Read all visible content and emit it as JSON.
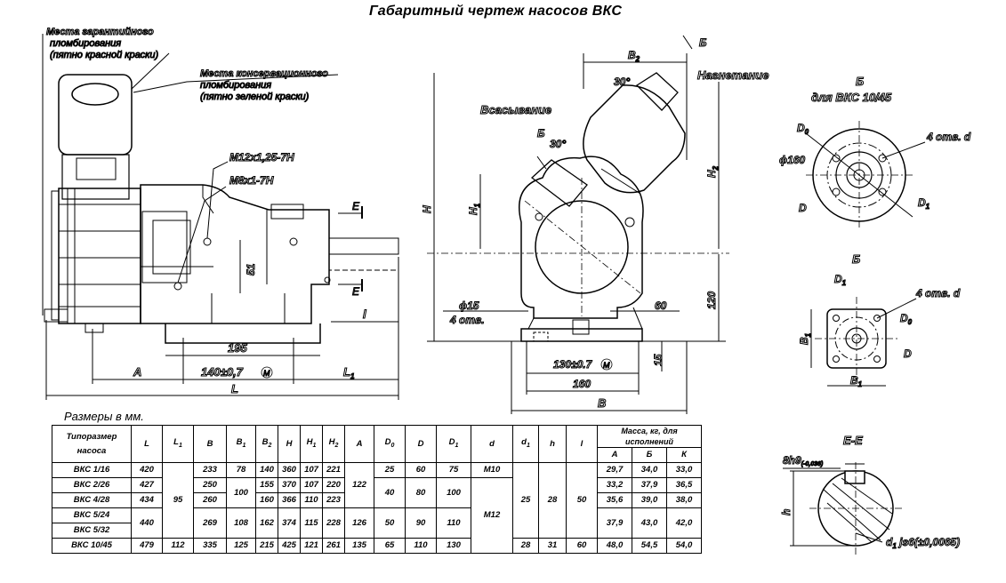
{
  "title": "Габаритный чертеж насосов  ВКС",
  "subtitle": "Размеры в мм.",
  "labels": {
    "seal_warranty_1": "Места гарантийного",
    "seal_warranty_2": "пломбирования",
    "seal_warranty_3": "(пятно красной краски)",
    "seal_conserv_1": "Места консервационного",
    "seal_conserv_2": "пломбирования",
    "seal_conserv_3": "(пятно зеленой краски)",
    "thread1": "M12x1,25-7H",
    "thread2": "M8x1-7H",
    "dim_51": "51",
    "dim_195": "195",
    "dim_A": "A",
    "dim_140": "140±0,7",
    "dim_M": "M",
    "dim_L1": "L",
    "dim_L": "L",
    "dim_l": "l",
    "E": "E",
    "suction": "Всасывание",
    "discharge": "Нагнетание",
    "B_arrow": "Б",
    "angle30": "30°",
    "dim_B2": "B",
    "dim_H": "H",
    "dim_H1": "H",
    "dim_H2": "H",
    "dim_120": "120",
    "dim_15": "15",
    "dim_60": "60",
    "phi15": "ϕ15",
    "holes4": "4 отв.",
    "dim_130": "130±0.7",
    "dim_160": "160",
    "dim_B": "B",
    "viewB_title": "Б",
    "viewB_sub": "для  ВКС 10/45",
    "D0": "D",
    "phi160": "ϕ160",
    "holes_d": "4 отв. d",
    "D": "D",
    "D1": "D",
    "viewB2_title": "Б",
    "B1": "B",
    "viewEE_title": "E-E",
    "key": "8h9",
    "key_tol": "(-0,036)",
    "h": "h",
    "d1js6": "d",
    "d1js6_rest": " js6(±0,0065)"
  },
  "table": {
    "headers": [
      "Типоразмер насоса",
      "L",
      "L1",
      "B",
      "B1",
      "B2",
      "H",
      "H1",
      "H2",
      "A",
      "D0",
      "D",
      "D1",
      "d",
      "d1",
      "h",
      "l"
    ],
    "mass_header": "Масса, кг, для исполнений",
    "mass_sub": [
      "A",
      "Б",
      "К"
    ],
    "rows": [
      {
        "name": "ВКС 1/16",
        "L": "420",
        "B": "233",
        "B1": "78",
        "B2": "140",
        "H": "360",
        "H1": "107",
        "H2": "221",
        "D0": "25",
        "D": "60",
        "D1": "75",
        "d": "M10",
        "mA": "29,7",
        "mB": "34,0",
        "mK": "33,0"
      },
      {
        "name": "ВКС 2/26",
        "L": "427",
        "B": "250",
        "B2": "155",
        "H": "370",
        "H1": "107",
        "H2": "220",
        "mA": "33,2",
        "mB": "37,9",
        "mK": "36,5"
      },
      {
        "name": "ВКС 4/28",
        "L": "434",
        "B": "260",
        "B2": "160",
        "H": "366",
        "H1": "110",
        "H2": "223",
        "mA": "35,6",
        "mB": "39,0",
        "mK": "38,0"
      },
      {
        "name": "ВКС 5/24",
        "mA": "37,9",
        "mB": "43,0",
        "mK": "42,0"
      },
      {
        "name": "ВКС 5/32"
      },
      {
        "name": "ВКС 10/45",
        "L": "479",
        "L1": "112",
        "B": "335",
        "B1": "125",
        "B2": "215",
        "H": "425",
        "H1": "121",
        "H2": "261",
        "A": "135",
        "D0": "65",
        "D": "110",
        "D1": "130",
        "d1": "28",
        "h": "31",
        "l": "60",
        "mA": "48,0",
        "mB": "54,5",
        "mK": "54,0"
      }
    ],
    "merged": {
      "L1_a": "95",
      "B1_b": "100",
      "A_a": "122",
      "A_b": "126",
      "D0_b": "40",
      "D_b": "80",
      "D1_b": "100",
      "d_b": "M12",
      "d1_a": "25",
      "h_a": "28",
      "l_a": "50",
      "L_c": "440",
      "B_c": "269",
      "B1_c": "108",
      "B2_c": "162",
      "H_c": "374",
      "H1_c": "115",
      "H2_c": "228",
      "D0_c": "50",
      "D_c": "90",
      "D1_c": "110"
    }
  }
}
